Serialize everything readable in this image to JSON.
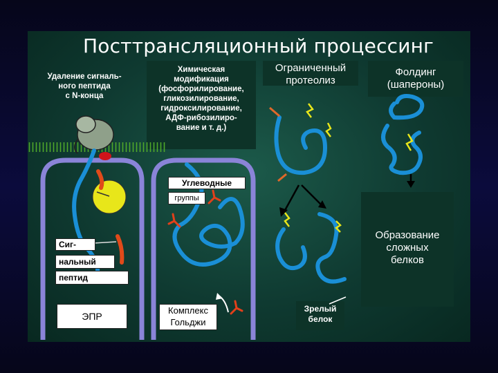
{
  "title": "Посттрансляционный процессинг",
  "labels": {
    "signal_removal": [
      "Удаление сигналь-",
      "ного пептида",
      "с N-конца"
    ],
    "chem_mod": [
      "Химическая",
      "модификация",
      "(фосфорилирование,",
      "гликозилирование,",
      "гидроксилирование,",
      "АДФ-рибозилиро-",
      "вание и т. д.)"
    ],
    "limited_proteolysis": [
      "Ограниченный",
      "протеолиз"
    ],
    "folding": [
      "Фолдинг",
      "(шапероны)"
    ],
    "complex_proteins": [
      "Образование",
      "сложных",
      "белков"
    ],
    "carb_groups_1": "Углеводные",
    "carb_groups_2": "группы",
    "signal_peptide_1": "Сиг-",
    "signal_peptide_2": "нальный",
    "signal_peptide_3": "пептид",
    "er": "ЭПР",
    "golgi_1": "Комплекс",
    "golgi_2": "Гольджи",
    "mature_1": "Зрелый",
    "mature_2": "белок"
  },
  "colors": {
    "protein": "#1a8fd6",
    "signal": "#e04a1a",
    "membrane": "#8a84d8",
    "carbohydrate": "#e2401a",
    "spark": "#e8e61a",
    "ribosome": "#8fa08a",
    "bilayer": "#4fa82a"
  }
}
